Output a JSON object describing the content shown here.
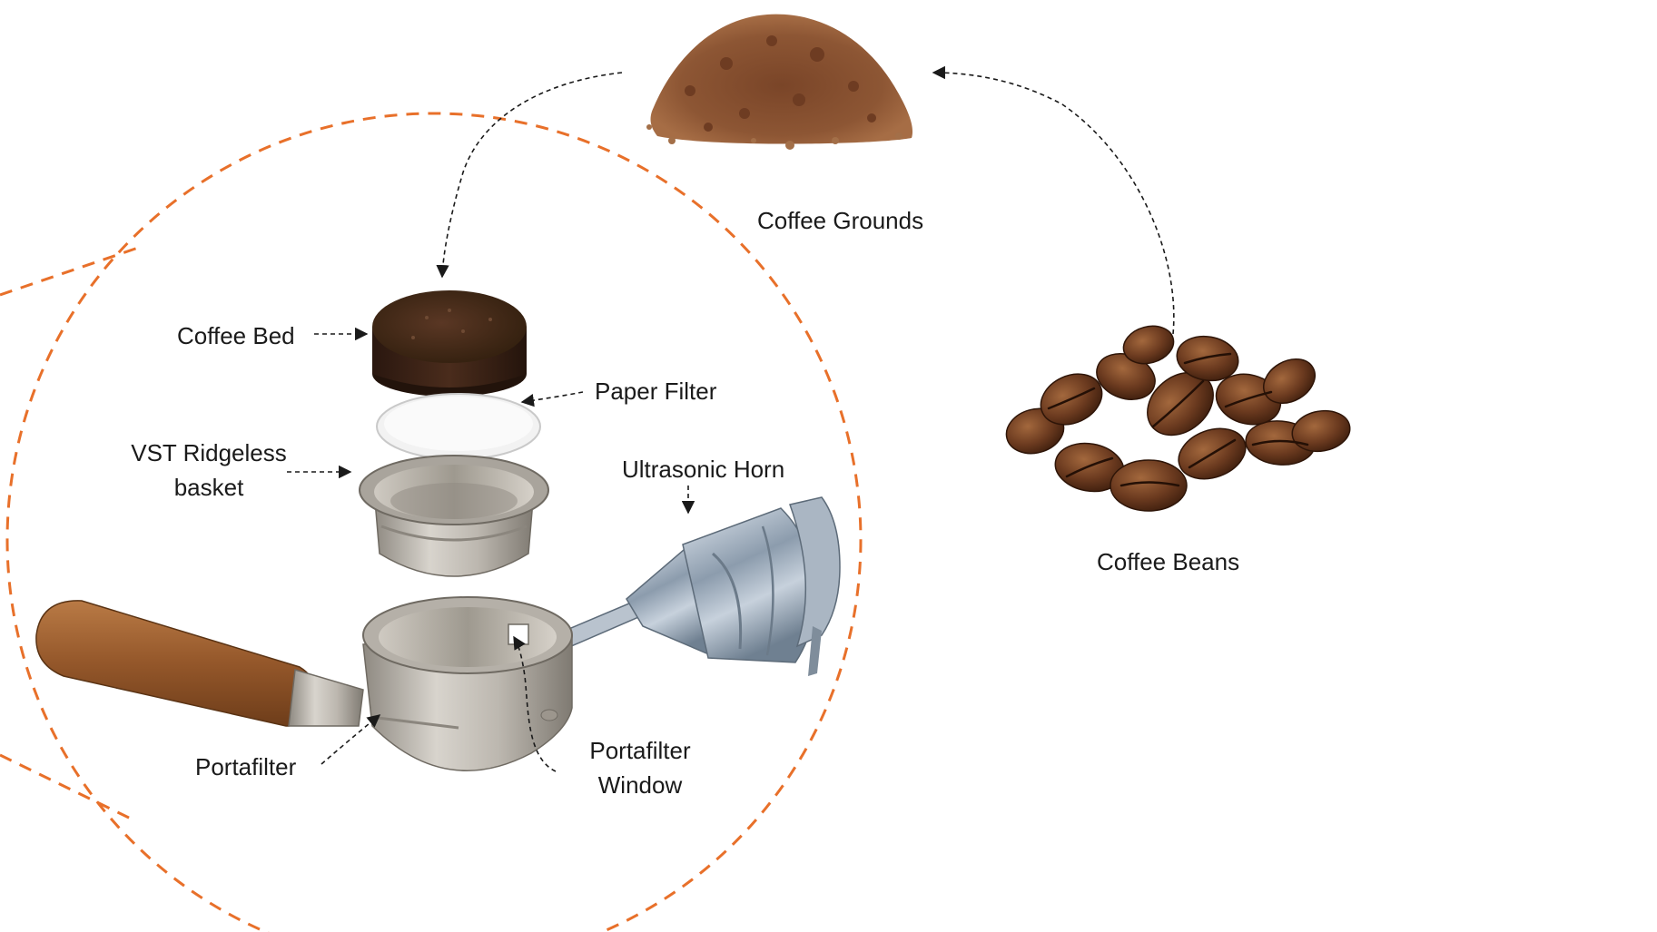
{
  "labels": {
    "coffee_grounds": "Coffee Grounds",
    "coffee_beans": "Coffee Beans",
    "coffee_bed": "Coffee Bed",
    "paper_filter": "Paper Filter",
    "vst_basket_line1": "VST Ridgeless",
    "vst_basket_line2": "basket",
    "ultrasonic_horn": "Ultrasonic Horn",
    "portafilter": "Portafilter",
    "portafilter_window_line1": "Portafilter",
    "portafilter_window_line2": "Window"
  },
  "colors": {
    "zoom_outline": "#e8702a",
    "arrow": "#1a1a1a",
    "coffee_dark": "#3b2418",
    "coffee_grounds": "#8a5535",
    "bean": "#6b3a1f",
    "steel": "#b9b5ae",
    "horn_steel": "#9aaab8",
    "handle_wood": "#9a5e30"
  },
  "icons": {
    "grounds": "coffee-grounds-pile",
    "beans": "coffee-beans-pile",
    "puck": "coffee-puck",
    "filter": "paper-filter-disc",
    "basket": "steel-basket",
    "horn": "ultrasonic-horn",
    "portafilter": "portafilter-with-wooden-handle"
  }
}
